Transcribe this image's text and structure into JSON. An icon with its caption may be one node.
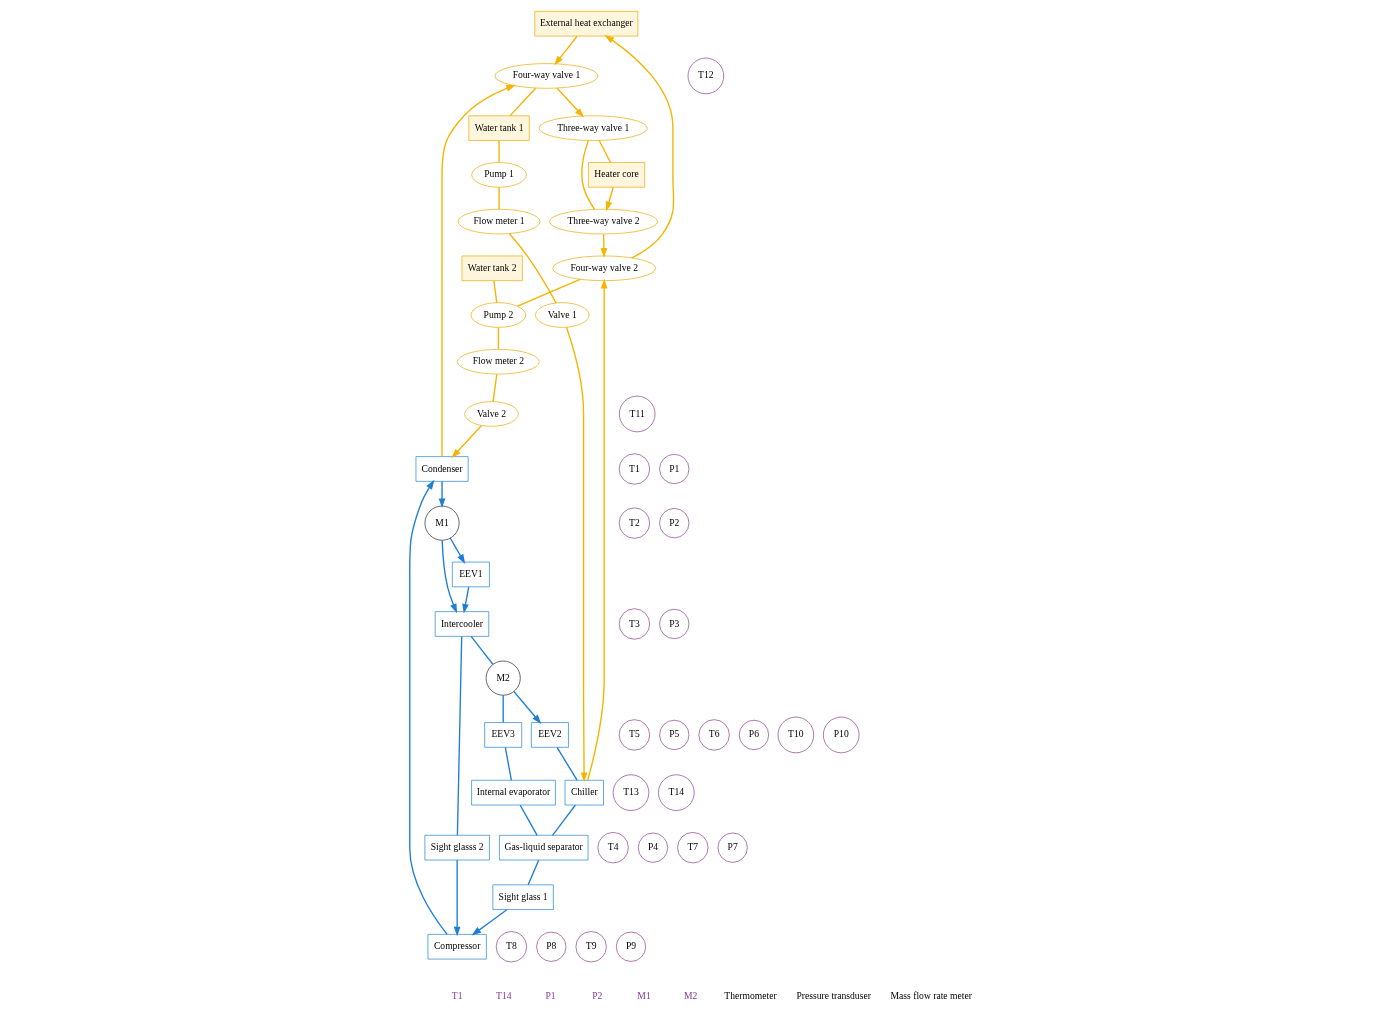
{
  "diagram": {
    "nodes": [
      {
        "text": [
          "External heat exchanger"
        ]
      },
      {
        "text": [
          "Four-way valve 1"
        ]
      },
      {
        "text": [
          "Four-way valve 2"
        ]
      },
      {
        "text": [
          "Water tank 2"
        ]
      },
      {
        "text": [
          "Flow meter 2"
        ]
      },
      {
        "text": [
          "Valve 2"
        ]
      },
      {
        "text": [
          "Pump 2"
        ]
      },
      {
        "text": [
          "Three-way valve 1"
        ]
      },
      {
        "text": [
          "Three-way valve 2"
        ]
      },
      {
        "text": [
          "Water tank 1"
        ]
      },
      {
        "text": [
          "Pump 1"
        ]
      },
      {
        "text": [
          "Flow meter 1"
        ]
      },
      {
        "text": [
          "Valve 1"
        ]
      },
      {
        "text": [
          "Compressor"
        ]
      },
      {
        "text": [
          "Condenser"
        ]
      },
      {
        "text": [
          "M1"
        ]
      },
      {
        "text": [
          "EEV1"
        ]
      },
      {
        "text": [
          "Intercooler"
        ]
      },
      {
        "text": [
          "M2"
        ]
      },
      {
        "text": [
          "Sight glass 1"
        ]
      },
      {
        "text": [
          "Gas-liquid separator"
        ]
      },
      {
        "text": [
          "Sight glasss 2"
        ]
      },
      {
        "text": [
          "EEV2"
        ]
      },
      {
        "text": [
          "Chiller"
        ]
      },
      {
        "text": [
          "EEV3"
        ]
      },
      {
        "text": [
          "Internal evaporator"
        ]
      },
      {
        "text": [
          "Heater core"
        ]
      },
      {
        "text": [
          "T1"
        ]
      },
      {
        "text": [
          "P1"
        ]
      },
      {
        "text": [
          "T2"
        ]
      },
      {
        "text": [
          "P2"
        ]
      },
      {
        "text": [
          "T3"
        ]
      },
      {
        "text": [
          "P3"
        ]
      },
      {
        "text": [
          "T4"
        ]
      },
      {
        "text": [
          "P4"
        ]
      },
      {
        "text": [
          "T5"
        ]
      },
      {
        "text": [
          "P5"
        ]
      },
      {
        "text": [
          "T6"
        ]
      },
      {
        "text": [
          "P6"
        ]
      },
      {
        "text": [
          "T7"
        ]
      },
      {
        "text": [
          "P7"
        ]
      },
      {
        "text": [
          "T8"
        ]
      },
      {
        "text": [
          "P8"
        ]
      },
      {
        "text": [
          "T9"
        ]
      },
      {
        "text": [
          "P9"
        ]
      },
      {
        "text": [
          "T10"
        ]
      },
      {
        "text": [
          "P10"
        ]
      },
      {
        "text": [
          "T11"
        ]
      },
      {
        "text": [
          "T12"
        ]
      },
      {
        "text": [
          "T13"
        ]
      },
      {
        "text": [
          "T14"
        ]
      }
    ],
    "edges": [
      {
        "from": 13,
        "to": 14,
        "arrow": "to",
        "color": "#1f7fd6"
      },
      {
        "from": 14,
        "to": 15,
        "arrow": "to",
        "color": "#1f7fd6"
      },
      {
        "from": 15,
        "to": 16,
        "arrow": "to",
        "color": "#1f7fd6"
      },
      {
        "from": 15,
        "to": 17,
        "arrow": "to",
        "color": "#1f7fd6"
      },
      {
        "from": 16,
        "to": 17,
        "arrow": "to",
        "color": "#1f7fd6"
      },
      {
        "from": 17,
        "to": 21,
        "arrow": "none",
        "color": "#1f7fd6"
      },
      {
        "from": 21,
        "to": 13,
        "arrow": "to",
        "color": "#1f7fd6"
      },
      {
        "from": 17,
        "to": 18,
        "arrow": "none",
        "color": "#1f7fd6"
      },
      {
        "from": 18,
        "to": 22,
        "arrow": "to",
        "color": "#1f7fd6"
      },
      {
        "from": 22,
        "to": 23,
        "arrow": "none",
        "color": "#1f7fd6"
      },
      {
        "from": 18,
        "to": 24,
        "arrow": "none",
        "color": "#1f7fd6"
      },
      {
        "from": 24,
        "to": 25,
        "arrow": "none",
        "color": "#1f7fd6"
      },
      {
        "from": 25,
        "to": 20,
        "arrow": "none",
        "color": "#1f7fd6"
      },
      {
        "from": 23,
        "to": 20,
        "arrow": "none",
        "color": "#1f7fd6"
      },
      {
        "from": 20,
        "to": 19,
        "arrow": "none",
        "color": "#1f7fd6"
      },
      {
        "from": 19,
        "to": 13,
        "arrow": "to",
        "color": "#1f7fd6"
      },
      {
        "from": 0,
        "to": 1,
        "arrow": "to",
        "color": "#f5b400"
      },
      {
        "from": 2,
        "to": 0,
        "arrow": "to",
        "color": "#f5b400"
      },
      {
        "from": 1,
        "to": 7,
        "arrow": "to",
        "color": "#f5b400"
      },
      {
        "from": 8,
        "to": 2,
        "arrow": "to",
        "color": "#f5b400"
      },
      {
        "from": 14,
        "to": 1,
        "arrow": "to",
        "color": "#f5b400"
      },
      {
        "from": 2,
        "to": 6,
        "arrow": "none",
        "color": "#f5b400"
      },
      {
        "from": 3,
        "to": 6,
        "arrow": "none",
        "color": "#f5b400"
      },
      {
        "from": 6,
        "to": 4,
        "arrow": "none",
        "color": "#f5b400"
      },
      {
        "from": 4,
        "to": 5,
        "arrow": "none",
        "color": "#f5b400"
      },
      {
        "from": 5,
        "to": 14,
        "arrow": "to",
        "color": "#f5b400"
      },
      {
        "from": 1,
        "to": 9,
        "arrow": "none",
        "color": "#f5b400"
      },
      {
        "from": 9,
        "to": 10,
        "arrow": "none",
        "color": "#f5b400"
      },
      {
        "from": 10,
        "to": 11,
        "arrow": "none",
        "color": "#f5b400"
      },
      {
        "from": 11,
        "to": 12,
        "arrow": "none",
        "color": "#f5b400"
      },
      {
        "from": 12,
        "to": 23,
        "arrow": "to",
        "color": "#f5b400"
      },
      {
        "from": 23,
        "to": 2,
        "arrow": "to",
        "color": "#f5b400"
      },
      {
        "from": 7,
        "to": 8,
        "arrow": "none",
        "color": "#f5b400"
      },
      {
        "from": 7,
        "to": 26,
        "arrow": "none",
        "color": "#f5b400"
      },
      {
        "from": 26,
        "to": 8,
        "arrow": "to",
        "color": "#f5b400"
      }
    ],
    "labels": [
      "T1",
      "T14",
      "P1",
      "P2",
      "M1",
      "M2"
    ],
    "legend": [
      {
        "text": "Thermometer"
      },
      {
        "text": "Pressure transduser"
      },
      {
        "text": "Mass flow rate meter"
      }
    ]
  }
}
